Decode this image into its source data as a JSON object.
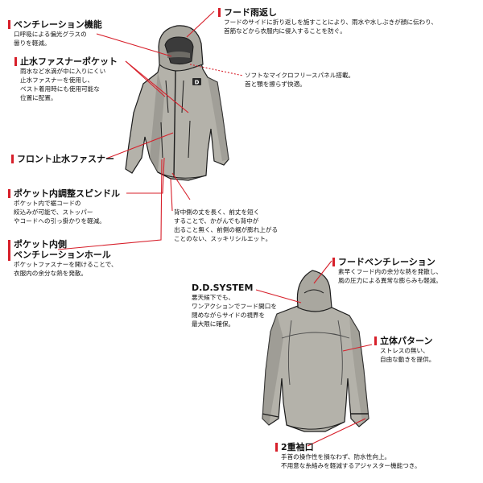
{
  "labels": {
    "ventilation_mouth": {
      "title": "ベンチレーション機能",
      "lines": [
        "口呼吸による偏光グラスの",
        "曇りを軽減。"
      ]
    },
    "hood_fold": {
      "title": "フード雨返し",
      "lines": [
        "フードのサイドに折り返しを施すことにより、雨水や水しぶきが顔に伝わり、",
        "首筋などから衣服内に侵入することを防ぐ。"
      ]
    },
    "water_pocket": {
      "title": "止水ファスナーポケット",
      "lines": [
        "雨水など水滴が中に入りにくい",
        "止水ファスナーを使用し、",
        "ベスト着用時にも使用可能な",
        "位置に配置。"
      ]
    },
    "fleece_panel": {
      "lines": [
        "ソフトなマイクロフリースパネル搭載。",
        "首と顎を擦らず快適。"
      ]
    },
    "front_zip": {
      "title": "フロント止水ファスナー"
    },
    "spindle": {
      "title": "ポケット内調整スピンドル",
      "lines": [
        "ポケット内で裾コードの",
        "絞込みが可能で、ストッパー",
        "やコードへの引っ掛かりを軽減。"
      ]
    },
    "back_length": {
      "lines": [
        "背中側の丈を長く、前丈を短く",
        "することで、かがんでも背中が",
        "出ること無く、前側の裾が膨れ上がる",
        "ことのない、スッキリシルエット。"
      ]
    },
    "pocket_vent": {
      "title_lines": [
        "ポケット内側",
        "ベンチレーションホール"
      ],
      "lines": [
        "ポケットファスナーを開けることで、",
        "衣服内の余分な熱を発散。"
      ]
    },
    "hood_vent": {
      "title": "フードベンチレーション",
      "lines": [
        "素早くフード内の余分な熱を発散し、",
        "風の圧力による異常な膨らみも軽減。"
      ]
    },
    "dd_system": {
      "title": "D.D.SYSTEM",
      "lines": [
        "悪天候下でも、",
        "ワンアクションでフード開口を",
        "閉めながらサイドの視界を",
        "最大限に確保。"
      ]
    },
    "pattern_3d": {
      "title": "立体パターン",
      "lines": [
        "ストレスの無い、",
        "自由な動きを提供。"
      ]
    },
    "double_cuff": {
      "title": "2重袖口",
      "lines": [
        "手首の操作性を損なわず、防水性向上。",
        "不用意な糸絡みを軽減するアジャスター機能つき。"
      ]
    }
  },
  "logo_text": "D",
  "colors": {
    "accent_red": "#d71f2a",
    "jacket_fill": "#b4b2aa",
    "jacket_shadow": "#8e8c85",
    "outline": "#1c1c1c"
  }
}
